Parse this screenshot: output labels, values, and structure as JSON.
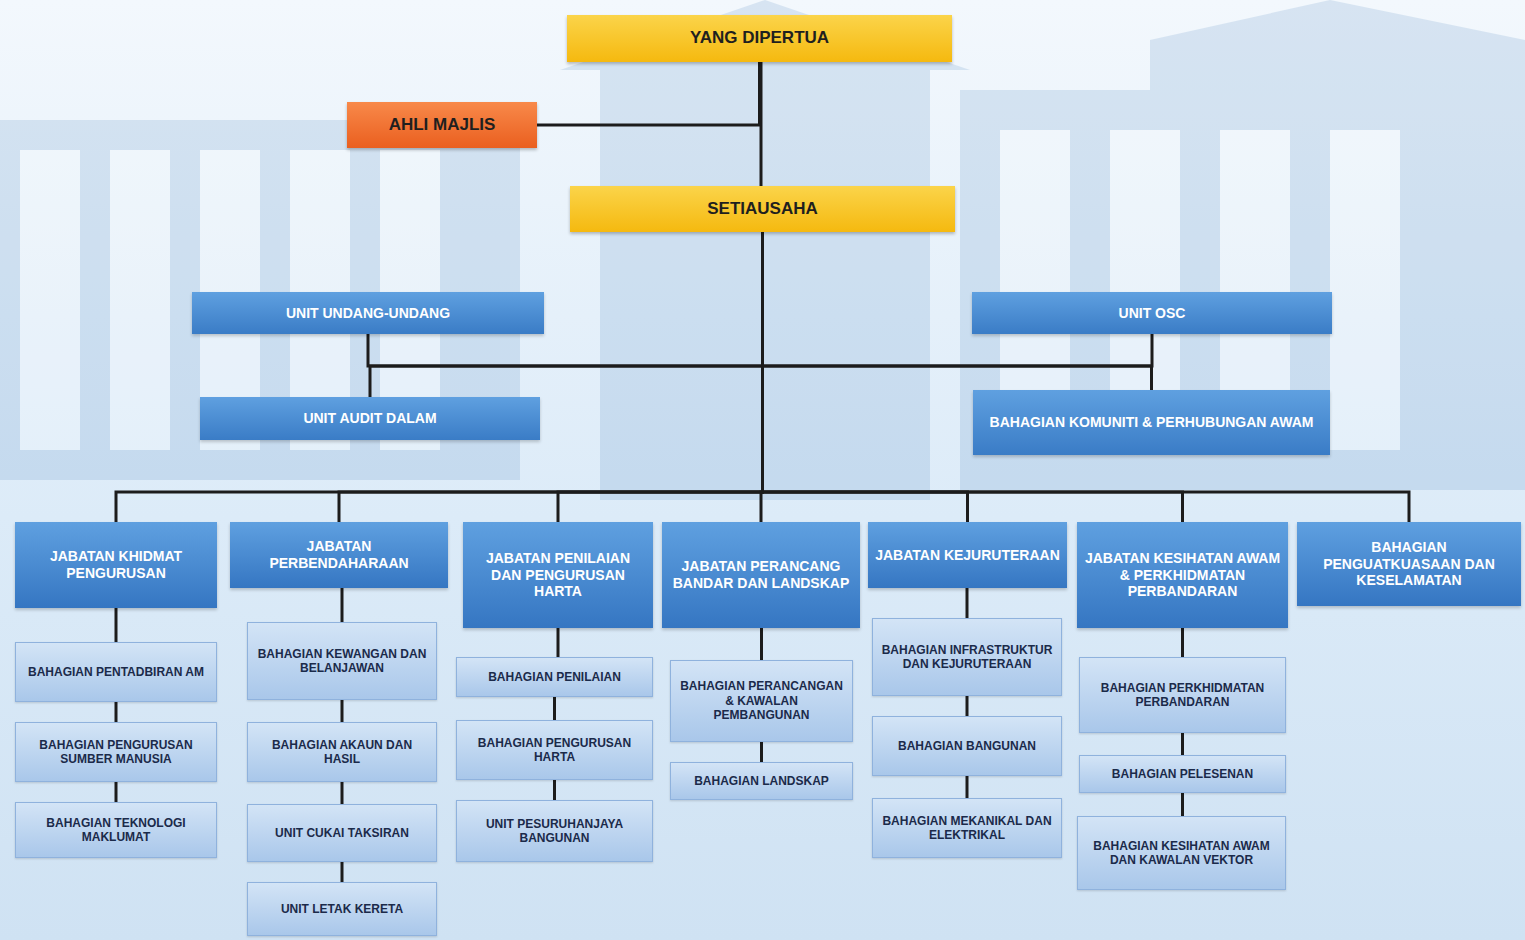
{
  "diagram": {
    "nodes": [
      {
        "text": [
          "YANG DIPERTUA"
        ]
      },
      {
        "text": [
          "AHLI MAJLIS"
        ]
      },
      {
        "text": [
          "SETIAUSAHA"
        ]
      },
      {
        "text": [
          "UNIT UNDANG-UNDANG"
        ]
      },
      {
        "text": [
          "UNIT OSC"
        ]
      },
      {
        "text": [
          "UNIT AUDIT DALAM"
        ]
      },
      {
        "text": [
          "BAHAGIAN KOMUNITI & PERHUBUNGAN AWAM"
        ]
      },
      {
        "text": [
          "JABATAN KHIDMAT PENGURUSAN"
        ]
      },
      {
        "text": [
          "BAHAGIAN PENTADBIRAN AM"
        ]
      },
      {
        "text": [
          "BAHAGIAN PENGURUSAN SUMBER MANUSIA"
        ]
      },
      {
        "text": [
          "BAHAGIAN TEKNOLOGI MAKLUMAT"
        ]
      },
      {
        "text": [
          "JABATAN PERBENDAHARAAN"
        ]
      },
      {
        "text": [
          "BAHAGIAN KEWANGAN DAN BELANJAWAN"
        ]
      },
      {
        "text": [
          "BAHAGIAN AKAUN DAN HASIL"
        ]
      },
      {
        "text": [
          "UNIT CUKAI TAKSIRAN"
        ]
      },
      {
        "text": [
          "UNIT LETAK KERETA"
        ]
      },
      {
        "text": [
          "JABATAN PENILAIAN DAN PENGURUSAN HARTA"
        ]
      },
      {
        "text": [
          "BAHAGIAN PENILAIAN"
        ]
      },
      {
        "text": [
          "BAHAGIAN PENGURUSAN HARTA"
        ]
      },
      {
        "text": [
          "UNIT PESURUHANJAYA BANGUNAN"
        ]
      },
      {
        "text": [
          "JABATAN PERANCANG BANDAR DAN LANDSKAP"
        ]
      },
      {
        "text": [
          "BAHAGIAN PERANCANGAN & KAWALAN PEMBANGUNAN"
        ]
      },
      {
        "text": [
          "BAHAGIAN LANDSKAP"
        ]
      },
      {
        "text": [
          "JABATAN KEJURUTERAAN"
        ]
      },
      {
        "text": [
          "BAHAGIAN INFRASTRUKTUR DAN KEJURUTERAAN"
        ]
      },
      {
        "text": [
          "BAHAGIAN BANGUNAN"
        ]
      },
      {
        "text": [
          "BAHAGIAN MEKANIKAL DAN ELEKTRIKAL"
        ]
      },
      {
        "text": [
          "JABATAN KESIHATAN AWAM & PERKHIDMATAN PERBANDARAN"
        ]
      },
      {
        "text": [
          "BAHAGIAN PERKHIDMATAN PERBANDARAN"
        ]
      },
      {
        "text": [
          "BAHAGIAN PELESENAN"
        ]
      },
      {
        "text": [
          "BAHAGIAN KESIHATAN AWAM DAN KAWALAN VEKTOR"
        ]
      },
      {
        "text": [
          "BAHAGIAN PENGUATKUASAAN DAN KESELAMATAN"
        ]
      }
    ],
    "edges": [
      {
        "from": 0,
        "to": 1,
        "arrow": "none"
      },
      {
        "from": 0,
        "to": 2,
        "arrow": "none"
      },
      {
        "from": 2,
        "to": 3,
        "arrow": "none"
      },
      {
        "from": 2,
        "to": 4,
        "arrow": "none"
      },
      {
        "from": 2,
        "to": 5,
        "arrow": "none"
      },
      {
        "from": 2,
        "to": 6,
        "arrow": "none"
      },
      {
        "from": 2,
        "to": 7,
        "arrow": "none"
      },
      {
        "from": 2,
        "to": 11,
        "arrow": "none"
      },
      {
        "from": 2,
        "to": 16,
        "arrow": "none"
      },
      {
        "from": 2,
        "to": 20,
        "arrow": "none"
      },
      {
        "from": 2,
        "to": 23,
        "arrow": "none"
      },
      {
        "from": 2,
        "to": 27,
        "arrow": "none"
      },
      {
        "from": 2,
        "to": 31,
        "arrow": "none"
      },
      {
        "from": 7,
        "to": 8,
        "arrow": "none"
      },
      {
        "from": 8,
        "to": 9,
        "arrow": "none"
      },
      {
        "from": 9,
        "to": 10,
        "arrow": "none"
      },
      {
        "from": 11,
        "to": 12,
        "arrow": "none"
      },
      {
        "from": 12,
        "to": 13,
        "arrow": "none"
      },
      {
        "from": 13,
        "to": 14,
        "arrow": "none"
      },
      {
        "from": 14,
        "to": 15,
        "arrow": "none"
      },
      {
        "from": 16,
        "to": 17,
        "arrow": "none"
      },
      {
        "from": 17,
        "to": 18,
        "arrow": "none"
      },
      {
        "from": 18,
        "to": 19,
        "arrow": "none"
      },
      {
        "from": 20,
        "to": 21,
        "arrow": "none"
      },
      {
        "from": 21,
        "to": 22,
        "arrow": "none"
      },
      {
        "from": 23,
        "to": 24,
        "arrow": "none"
      },
      {
        "from": 24,
        "to": 25,
        "arrow": "none"
      },
      {
        "from": 25,
        "to": 26,
        "arrow": "none"
      },
      {
        "from": 27,
        "to": 28,
        "arrow": "none"
      },
      {
        "from": 28,
        "to": 29,
        "arrow": "none"
      },
      {
        "from": 29,
        "to": 30,
        "arrow": "none"
      }
    ]
  }
}
